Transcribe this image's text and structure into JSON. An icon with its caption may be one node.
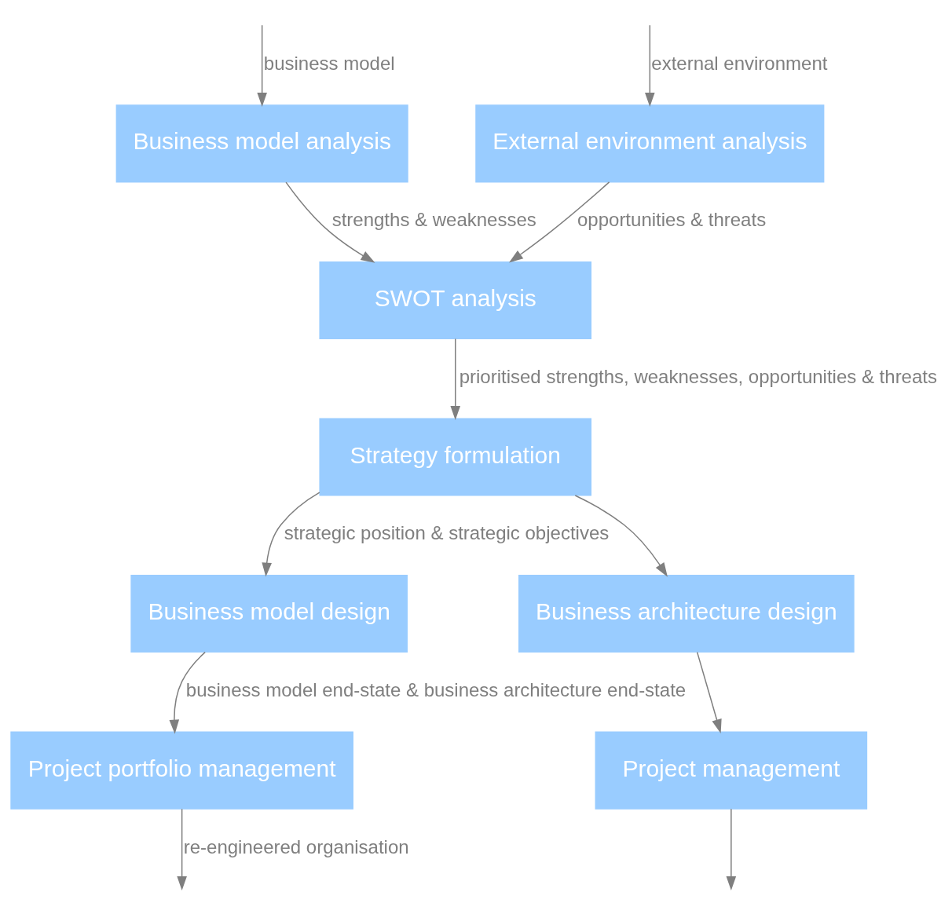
{
  "diagram": {
    "nodes": [
      {
        "text": [
          "External environment analysis"
        ]
      },
      {
        "text": [
          "Business model analysis"
        ]
      },
      {
        "text": [
          "SWOT analysis"
        ]
      },
      {
        "text": [
          "Strategy formulation"
        ]
      },
      {
        "text": [
          "Business model design"
        ]
      },
      {
        "text": [
          "Business architecture design"
        ]
      },
      {
        "text": [
          "Project portfolio management"
        ]
      },
      {
        "text": [
          "Project management"
        ]
      }
    ],
    "edges": [
      {
        "from": null,
        "to": 0,
        "arrow": "to",
        "label": "external environment"
      },
      {
        "from": null,
        "to": 1,
        "arrow": "to",
        "label": "business model"
      },
      {
        "from": 0,
        "to": 2,
        "arrow": "to",
        "label": "opportunities & threats"
      },
      {
        "from": 1,
        "to": 2,
        "arrow": "to",
        "label": "strengths & weaknesses"
      },
      {
        "from": 2,
        "to": 3,
        "arrow": "to",
        "label": "prioritised strengths, weaknesses, opportunities & threats"
      },
      {
        "from": 3,
        "to": 4,
        "arrow": "to",
        "label": "strategic position & strategic objectives"
      },
      {
        "from": 3,
        "to": 5,
        "arrow": "to"
      },
      {
        "from": 4,
        "to": 6,
        "arrow": "to",
        "label": "business model end-state & business architecture end-state"
      },
      {
        "from": 5,
        "to": 7,
        "arrow": "to"
      },
      {
        "from": 6,
        "to": null,
        "arrow": "to",
        "label": "re-engineered organisation"
      },
      {
        "from": 7,
        "to": null,
        "arrow": "to"
      }
    ]
  }
}
